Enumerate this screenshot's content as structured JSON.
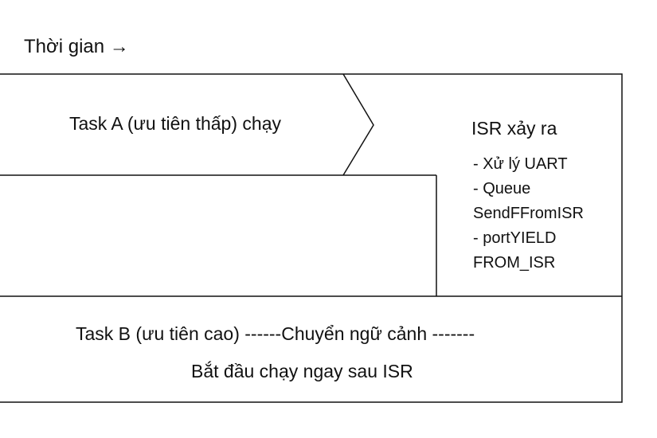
{
  "time_label": "Thời gian →",
  "task_a": {
    "label": "Task A (ưu tiên thấp) chạy"
  },
  "isr": {
    "title": "ISR xảy ra",
    "items": [
      "- Xử lý UART",
      "- Queue",
      "SendFFromISR",
      "- portYIELD",
      "FROM_ISR"
    ]
  },
  "task_b": {
    "line1": "Task B (ưu tiên cao) ------Chuyển ngữ cảnh -------",
    "line2": "Bắt đầu chạy ngay sau ISR"
  },
  "colors": {
    "stroke": "#111111",
    "background": "#ffffff"
  }
}
